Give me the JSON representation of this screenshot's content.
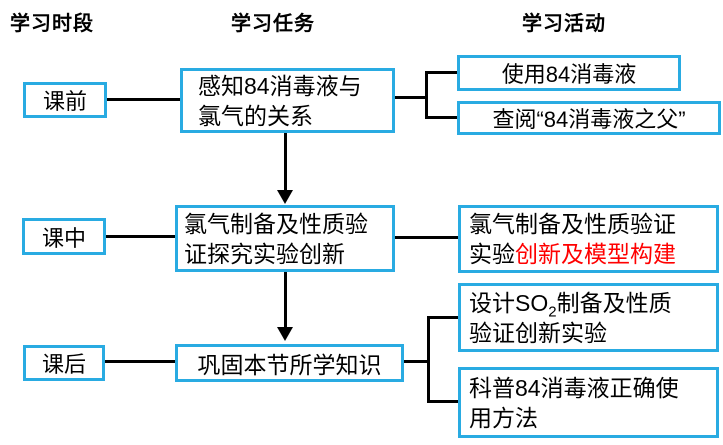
{
  "colors": {
    "background": "#FFFFFF",
    "box_border": "#29ABE2",
    "line": "#000000",
    "text": "#000000",
    "highlight": "#FF0000"
  },
  "columns": {
    "stage": "学习时段",
    "task": "学习任务",
    "activity": "学习活动"
  },
  "rows": [
    {
      "stage": "课前",
      "task": {
        "line1": "感知84消毒液与",
        "line2": "氯气的关系"
      },
      "activities": [
        {
          "text": "使用84消毒液"
        },
        {
          "text": "查阅“84消毒液之父”"
        }
      ]
    },
    {
      "stage": "课中",
      "task": {
        "line1": "氯气制备及性质验",
        "line2": "证探究实验创新"
      },
      "activity": {
        "line1": "氯气制备及性质验证",
        "line2_black": "实验",
        "line2_red": "创新及模型构建"
      }
    },
    {
      "stage": "课后",
      "task": {
        "line1": "巩固本节所学知识"
      },
      "activities": [
        {
          "line1_pre": "设计SO",
          "line1_sub": "2",
          "line1_post": "制备及性质",
          "line2": "验证创新实验"
        },
        {
          "line1": "科普84消毒液正确使",
          "line2": "用方法"
        }
      ]
    }
  ]
}
